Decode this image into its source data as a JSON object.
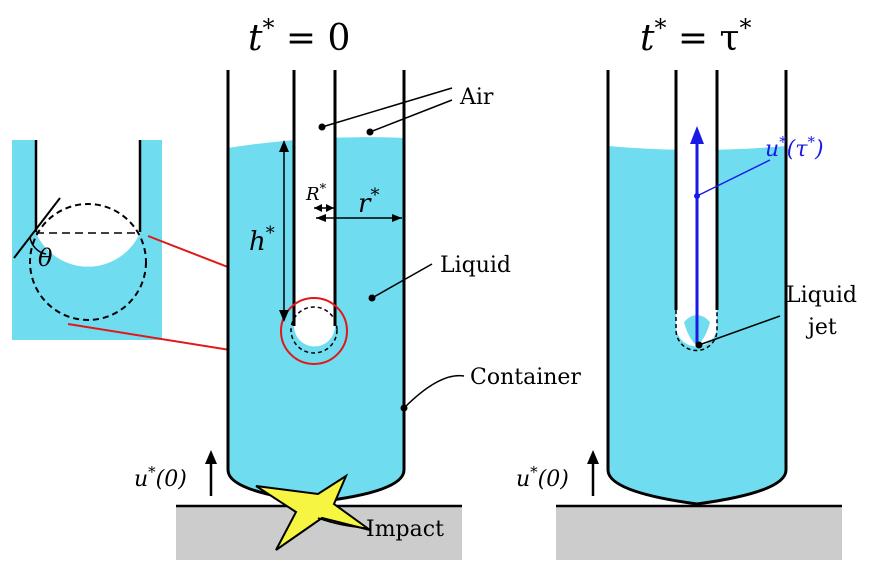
{
  "titles": {
    "left": {
      "base": "t",
      "sup": "*",
      "rest": " = 0"
    },
    "right": {
      "base": "t",
      "sup": "*",
      "rest": " = τ",
      "sup2": "*"
    }
  },
  "labels": {
    "air": "Air",
    "liquid": "Liquid",
    "container": "Container",
    "impact": "Impact",
    "liquid_jet_line1": "Liquid",
    "liquid_jet_line2": "jet",
    "theta": "θ",
    "h": {
      "base": "h",
      "sup": "*"
    },
    "R": {
      "base": "R",
      "sup": "*"
    },
    "r": {
      "base": "r",
      "sup": "*"
    },
    "u0_left": {
      "base": "u",
      "sup": "*",
      "rest": "(0)"
    },
    "u0_right": {
      "base": "u",
      "sup": "*",
      "rest": "(0)"
    },
    "u_tau": {
      "base": "u",
      "sup": "*",
      "rest": "(τ",
      "sup2": "*",
      "rest2": ")"
    }
  },
  "colors": {
    "liquid": "#6fdcf0",
    "ground": "#cccccc",
    "highlight": "#e01818",
    "velocity": "#1a1ae6",
    "impact_star": "#f5f542",
    "stroke": "#000000"
  }
}
